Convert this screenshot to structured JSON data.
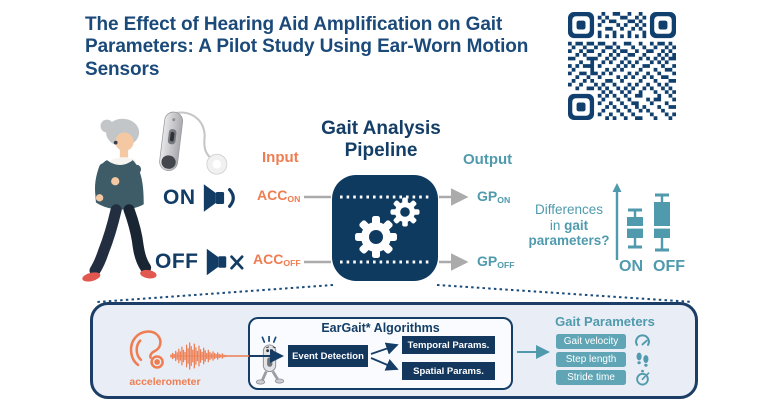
{
  "title": "The Effect of Hearing Aid Amplification on Gait Parameters: A Pilot Study Using Ear-Worn Motion Sensors",
  "colors": {
    "navy": "#143E66",
    "navy_dark": "#0F3A5F",
    "orange": "#EE7D51",
    "teal": "#4F9AAD",
    "teal_button": "#5FA5B5",
    "panel_bg": "#E9EDF6",
    "arrow_gray": "#ABABAB",
    "shoe_red": "#E2574F"
  },
  "hearing_aid_states": {
    "on": "ON",
    "off": "OFF"
  },
  "pipeline": {
    "heading": "Gait Analysis Pipeline",
    "input_label": "Input",
    "output_label": "Output",
    "acc_on": {
      "base": "ACC",
      "sub": "ON"
    },
    "acc_off": {
      "base": "ACC",
      "sub": "OFF"
    },
    "gp_on": {
      "base": "GP",
      "sub": "ON"
    },
    "gp_off": {
      "base": "GP",
      "sub": "OFF"
    }
  },
  "question": {
    "line1": "Differences",
    "line2_pre": "in ",
    "line2_bold": "gait",
    "line3_bold": "parameters?"
  },
  "boxplot": {
    "on_label": "ON",
    "off_label": "OFF"
  },
  "detail_panel": {
    "sensor_label": "accelerometer",
    "algorithms": {
      "title": "EarGait* Algorithms",
      "event_detection": "Event Detection",
      "temporal": "Temporal Params.",
      "spatial": "Spatial Params."
    },
    "gait_parameters": {
      "title": "Gait Parameters",
      "items": [
        {
          "label": "Gait velocity",
          "icon": "speedometer-icon"
        },
        {
          "label": "Step length",
          "icon": "footsteps-icon"
        },
        {
          "label": "Stride time",
          "icon": "stopwatch-icon"
        }
      ]
    }
  },
  "icons": [
    "qr-code",
    "elderly-woman-illustration",
    "hearing-aid-photo",
    "speaker-on-icon",
    "speaker-mute-icon",
    "gears-icon",
    "boxplot-graphic",
    "hearing-aid-outline-icon",
    "accelerometer-waveform",
    "robot-mascot-icon",
    "speedometer-icon",
    "footsteps-icon",
    "stopwatch-icon"
  ]
}
